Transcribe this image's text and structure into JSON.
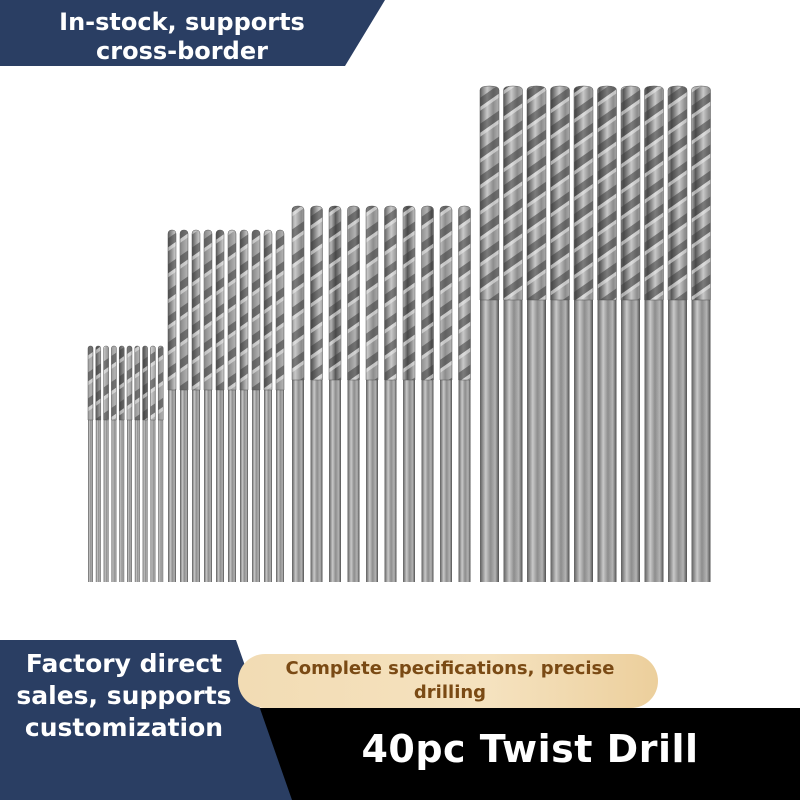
{
  "banner": {
    "top_text": "In-stock, supports cross-border",
    "side_text": "Factory direct sales, supports customization",
    "spec_text": "Complete specifications, precise drilling",
    "title": "40pc Twist Drill"
  },
  "colors": {
    "banner_blue": "#2a3e63",
    "dark_bar": "#000000",
    "pill_bg": "#f3debb",
    "pill_text": "#7a4a14",
    "steel": "#9a9a9a"
  },
  "product": {
    "drill_count": 40,
    "icon": "twist-drill-bits-icon"
  }
}
